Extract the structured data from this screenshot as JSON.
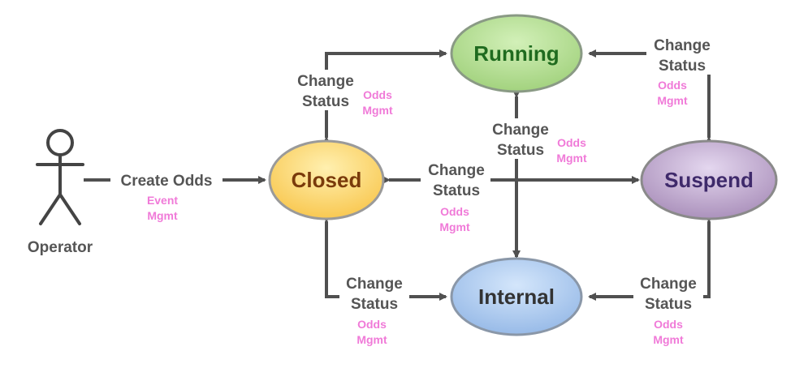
{
  "actor": {
    "label": "Operator"
  },
  "states": {
    "running": {
      "label": "Running",
      "color": "#9fd07a",
      "text_color": "#1f6b1f"
    },
    "closed": {
      "label": "Closed",
      "color": "#f8c54a",
      "text_color": "#7a3b0b"
    },
    "suspend": {
      "label": "Suspend",
      "color": "#a78cb8",
      "text_color": "#3f2a6b"
    },
    "internal": {
      "label": "Internal",
      "color": "#93b7e6",
      "text_color": "#333333"
    }
  },
  "edges": {
    "create": {
      "label": "Create Odds",
      "sub1": "Event",
      "sub2": "Mgmt"
    },
    "closed_running": {
      "line1": "Change",
      "line2": "Status",
      "sub1": "Odds",
      "sub2": "Mgmt"
    },
    "suspend_running": {
      "line1": "Change",
      "line2": "Status",
      "sub1": "Odds",
      "sub2": "Mgmt"
    },
    "running_internal": {
      "line1": "Change",
      "line2": "Status",
      "sub1": "Odds",
      "sub2": "Mgmt"
    },
    "closed_suspend": {
      "line1": "Change",
      "line2": "Status",
      "sub1": "Odds",
      "sub2": "Mgmt"
    },
    "closed_internal": {
      "line1": "Change",
      "line2": "Status",
      "sub1": "Odds",
      "sub2": "Mgmt"
    },
    "suspend_internal": {
      "line1": "Change",
      "line2": "Status",
      "sub1": "Odds",
      "sub2": "Mgmt"
    }
  }
}
